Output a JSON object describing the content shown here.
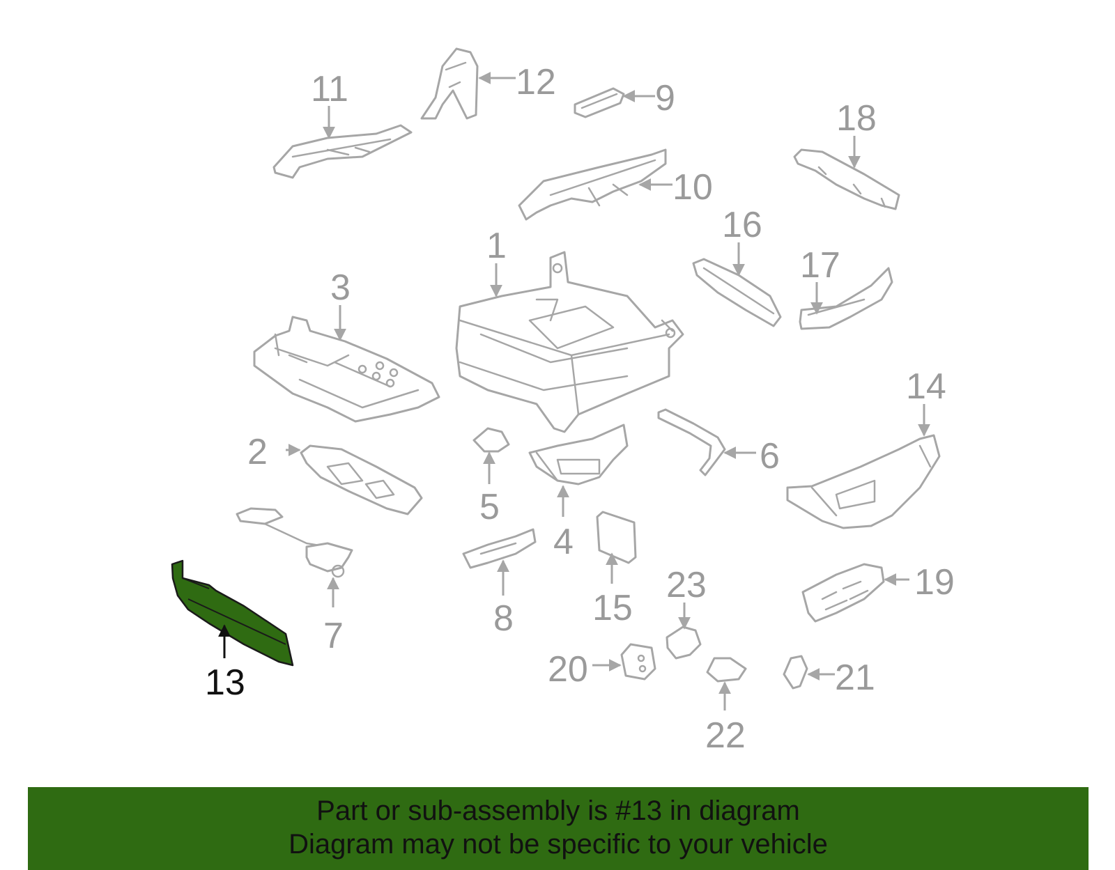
{
  "diagram": {
    "highlight_color": "#2f6b12",
    "part_line_color": "#a6a6a6",
    "callouts": {
      "c1": "1",
      "c2": "2",
      "c3": "3",
      "c4": "4",
      "c5": "5",
      "c6": "6",
      "c7": "7",
      "c8": "8",
      "c9": "9",
      "c10": "10",
      "c11": "11",
      "c12": "12",
      "c13": "13",
      "c14": "14",
      "c15": "15",
      "c16": "16",
      "c17": "17",
      "c18": "18",
      "c19": "19",
      "c20": "20",
      "c21": "21",
      "c22": "22",
      "c23": "23"
    },
    "highlighted_part": "13"
  },
  "banner": {
    "line1": "Part or sub-assembly is #13 in diagram",
    "line2": "Diagram may not be specific to your vehicle"
  }
}
